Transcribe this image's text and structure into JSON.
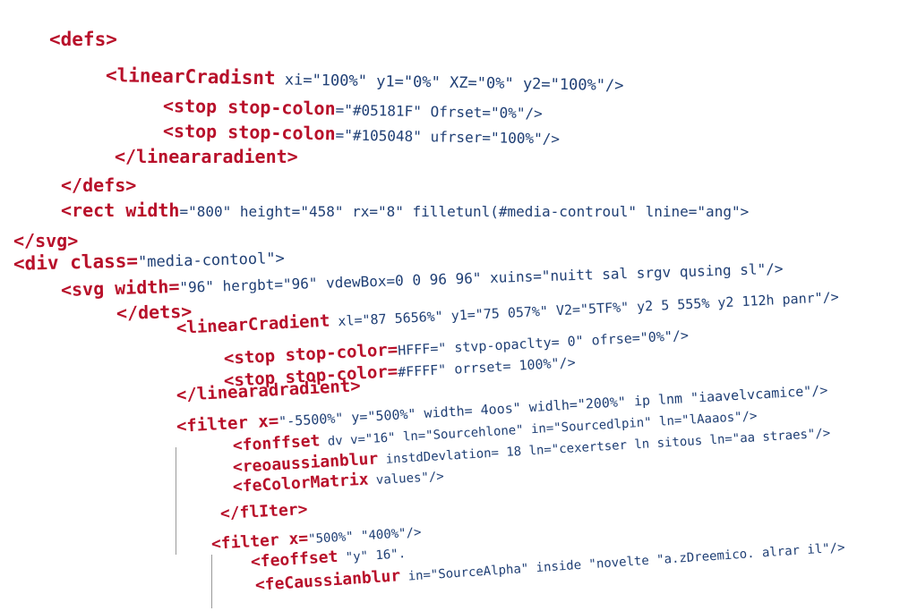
{
  "colors": {
    "tag": "#b8102a",
    "attribute": "#1f3f75",
    "background": "#ffffff"
  },
  "lines": [
    {
      "tag": "<defs>",
      "rest": ""
    },
    {
      "tag": "<linearCradisnt",
      "rest": " xi=\"100%\" y1=\"0%\" XZ=\"0%\" y2=\"100%\"/>"
    },
    {
      "tag": "<stop stop-colon",
      "rest": "=\"#05181F\" Ofrset=\"0%\"/>"
    },
    {
      "tag": "<stop stop-colon",
      "rest": "=\"#105048\" ufrser=\"100%\"/>"
    },
    {
      "tag": "</lineararadient>",
      "rest": ""
    },
    {
      "tag": "</defs>",
      "rest": ""
    },
    {
      "tag": "<rect width",
      "rest": "=\"800\" height=\"458\" rx=\"8\" filletunl(#media-controul\" lnine=\"ang\">"
    },
    {
      "tag": "</svg>",
      "rest": ""
    },
    {
      "tag": "<div class=",
      "rest": "\"media-contool\">"
    },
    {
      "tag": "<svg width=",
      "rest": "\"96\" hergbt=\"96\" vdewBox=0 0 96 96\" xuins=\"nuitt sal srgv qusing sl\"/>"
    },
    {
      "tag": "</dets>",
      "rest": ""
    },
    {
      "tag": "<linearCradient",
      "rest": " xl=\"87 5656%\" y1=\"75 057%\" V2=\"5TF%\" y2 5 555% y2 112h panr\"/>"
    },
    {
      "tag": "<stop stop-color=",
      "rest": "HFFF=\" stvp-opaclty= 0\" ofrse=\"0%\"/>"
    },
    {
      "tag": "<stop stop-color=",
      "rest": "#FFFF\" orrset= 100%\"/>"
    },
    {
      "tag": "</linearadradient>",
      "rest": ""
    },
    {
      "tag": "<filter x=",
      "rest": "\"-5500%\" y=\"500%\" width= 4oos\" widlh=\"200%\" ip lnm \"iaavelvcamice\"/>"
    },
    {
      "tag": "<fonffset",
      "rest": " dv v=\"16\" ln=\"Sourcehlone\" in=\"Sourcedlpin\" ln=\"lAaaos\"/>"
    },
    {
      "tag": "<reoaussianblur",
      "rest": " instdDevlation= 18 ln=\"cexertser ln sitous ln=\"aa straes\"/>"
    },
    {
      "tag": "<feColorMatrix",
      "rest": " values\"/>"
    },
    {
      "tag": "</flIter>",
      "rest": ""
    },
    {
      "tag": "<filter x=",
      "rest": "\"500%\" \"400%\"/>"
    },
    {
      "tag": "<feoffset",
      "rest": " \"y\" 16\"."
    },
    {
      "tag": "<feCaussianblur",
      "rest": " in=\"SourceAlpha\" inside \"novelte \"a.zDreemico. alrar il\"/>"
    }
  ]
}
